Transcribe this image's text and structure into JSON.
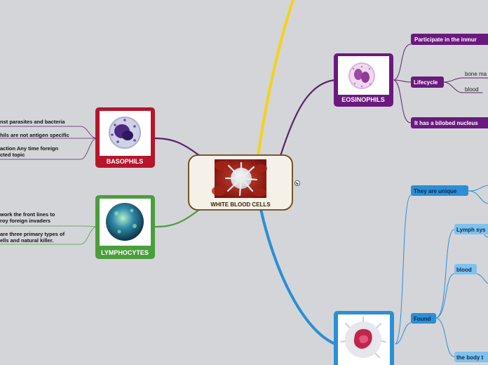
{
  "central": {
    "title": "WHITE BLOOD CELLS",
    "icon": "globe-icon"
  },
  "branches": {
    "eosinophils": {
      "label": "EOSINOPHILS",
      "color": "#6a1a7e",
      "items": {
        "participate": "Participate in the inmur",
        "lifecycle": "Lifecycle",
        "bone": "bone ma",
        "blood": "blood",
        "bilobed": "It has a bilobed nucleus"
      }
    },
    "basophils": {
      "label": "BASOPHILS",
      "color": "#b5162b",
      "notes": {
        "n1": "nst parasites and bacteria",
        "n2": "hils are not antigen specific",
        "n3a": "action Any time foreign",
        "n3b": "cted topic"
      }
    },
    "lymphocytes": {
      "label": "LYMPHOCYTES",
      "color": "#4a9e3c",
      "notes": {
        "n1a": "work the front lines to",
        "n1b": "roy foreign invaders",
        "n2a": "are three primary types of",
        "n2b": "ells and natural killer."
      }
    },
    "blue": {
      "color": "#2a8fd6",
      "items": {
        "unique": "They are unique",
        "lymph": "Lymph sys",
        "blood": "blood",
        "found": "Found",
        "body": "the body t"
      }
    },
    "yellow": {
      "color": "#f2d21e"
    }
  }
}
